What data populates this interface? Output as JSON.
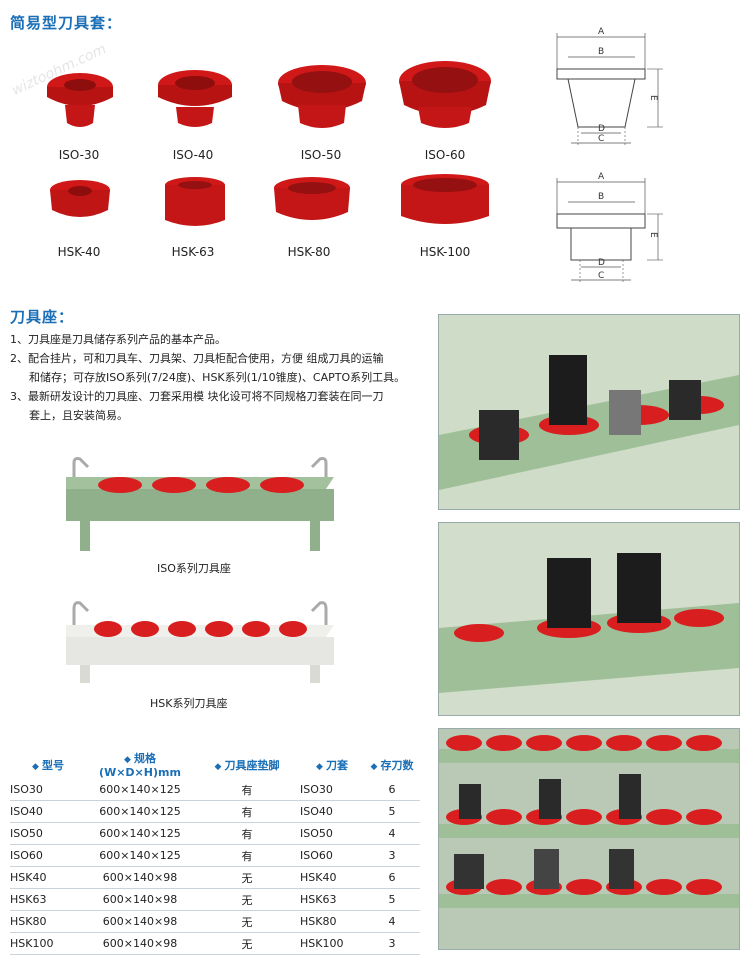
{
  "section1": {
    "title": "简易型刀具套："
  },
  "sleeves": [
    {
      "label": "ISO-30"
    },
    {
      "label": "ISO-40"
    },
    {
      "label": "ISO-50"
    },
    {
      "label": "ISO-60"
    },
    {
      "label": "HSK-40"
    },
    {
      "label": "HSK-63"
    },
    {
      "label": "HSK-80"
    },
    {
      "label": "HSK-100"
    }
  ],
  "diagram": {
    "labels": [
      "A",
      "B",
      "D",
      "C",
      "E"
    ]
  },
  "section2": {
    "title": "刀具座：",
    "items": [
      "1、刀具座是刀具储存系列产品的基本产品。",
      "2、配合挂片，可和刀具车、刀具架、刀具柜配合使用，方便 组成刀具的运输",
      "和储存；可存放ISO系列(7/24度)、HSK系列(1/10锥度)、CAPTO系列工具。",
      "3、最新研发设计的刀具座、刀套采用模 块化设可将不同规格刀套装在同一刀",
      "套上，且安装简易。"
    ]
  },
  "captions": {
    "iso": "ISO系列刀具座",
    "hsk": "HSK系列刀具座"
  },
  "table": {
    "headers": [
      "型号",
      "规格(W×D×H)mm",
      "刀具座垫脚",
      "刀套",
      "存刀数"
    ],
    "rows": [
      [
        "ISO30",
        "600×140×125",
        "有",
        "ISO30",
        "6"
      ],
      [
        "ISO40",
        "600×140×125",
        "有",
        "ISO40",
        "5"
      ],
      [
        "ISO50",
        "600×140×125",
        "有",
        "ISO50",
        "4"
      ],
      [
        "ISO60",
        "600×140×125",
        "有",
        "ISO60",
        "3"
      ],
      [
        "HSK40",
        "600×140×98",
        "无",
        "HSK40",
        "6"
      ],
      [
        "HSK63",
        "600×140×98",
        "无",
        "HSK63",
        "5"
      ],
      [
        "HSK80",
        "600×140×98",
        "无",
        "HSK80",
        "4"
      ],
      [
        "HSK100",
        "600×140×98",
        "无",
        "HSK100",
        "3"
      ]
    ]
  },
  "watermark": "wiztoohm.com",
  "colors": {
    "heading": "#1a6fb6",
    "sleeve_red": "#d81e1e",
    "holder_green": "#8fb08a",
    "holder_white": "#e6e6e2"
  }
}
